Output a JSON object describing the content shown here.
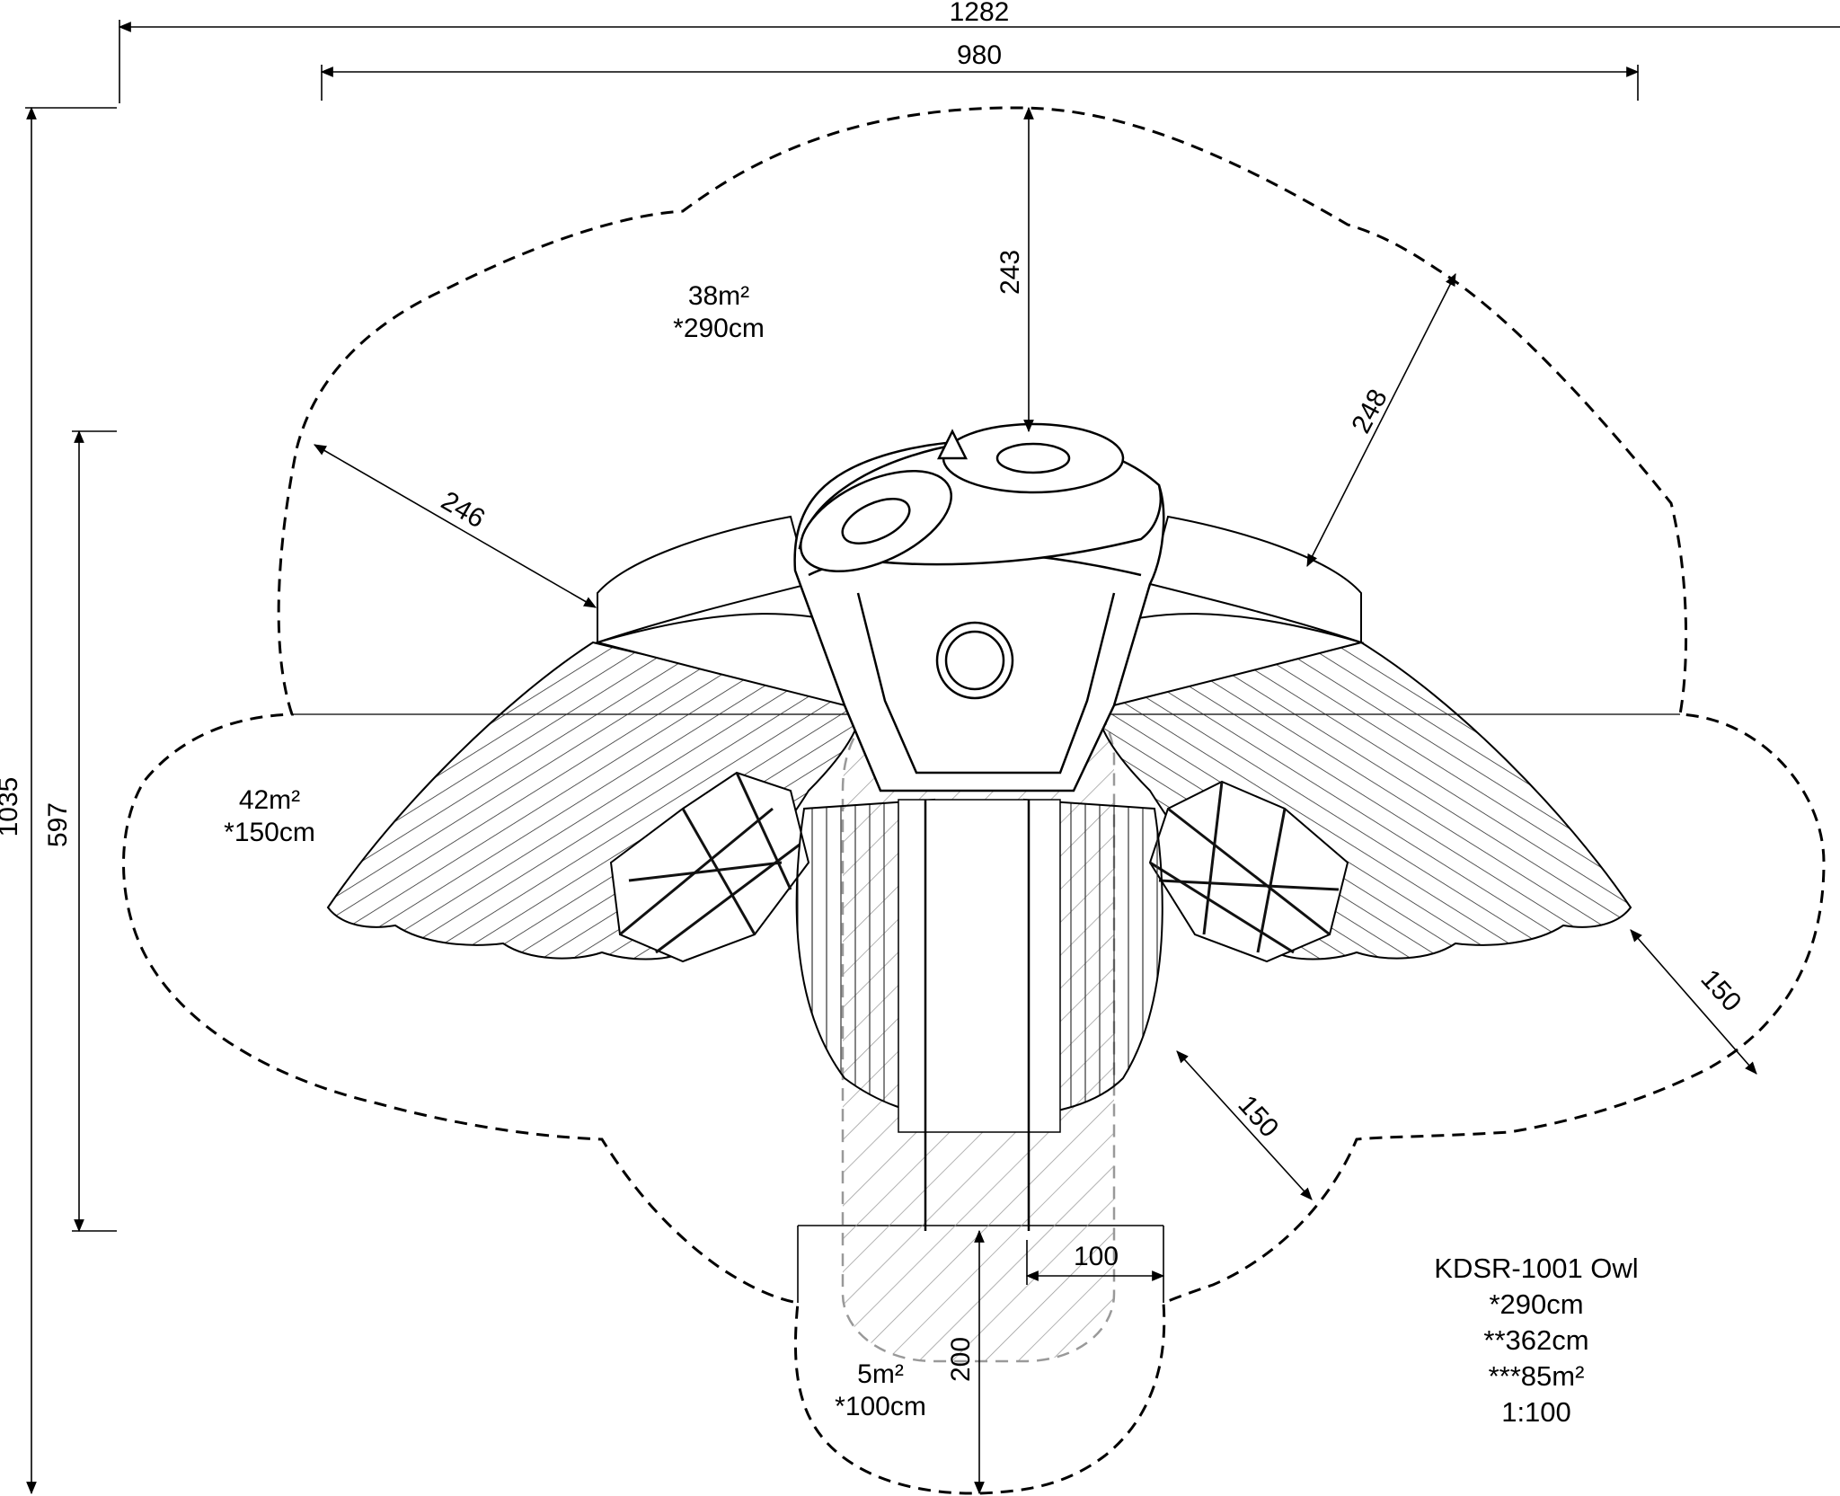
{
  "dimensions": {
    "overall_width": "1282",
    "inner_width": "980",
    "overall_height": "1035",
    "inner_height": "597",
    "top_clearance": "243",
    "left_clearance": "246",
    "right_clearance": "248",
    "wing_clearance_right": "150",
    "tail_clearance_right": "150",
    "slide_exit_width": "100",
    "slide_exit_length": "200"
  },
  "zones": {
    "top": {
      "area": "38m²",
      "height": "*290cm"
    },
    "wings": {
      "area": "42m²",
      "height": "*150cm"
    },
    "slide_exit": {
      "area": "5m²",
      "height": "*100cm"
    }
  },
  "title_block": {
    "model": "KDSR-1001 Owl",
    "height": "*290cm",
    "free_fall": "**362cm",
    "total_area": "***85m²",
    "scale": "1:100"
  }
}
